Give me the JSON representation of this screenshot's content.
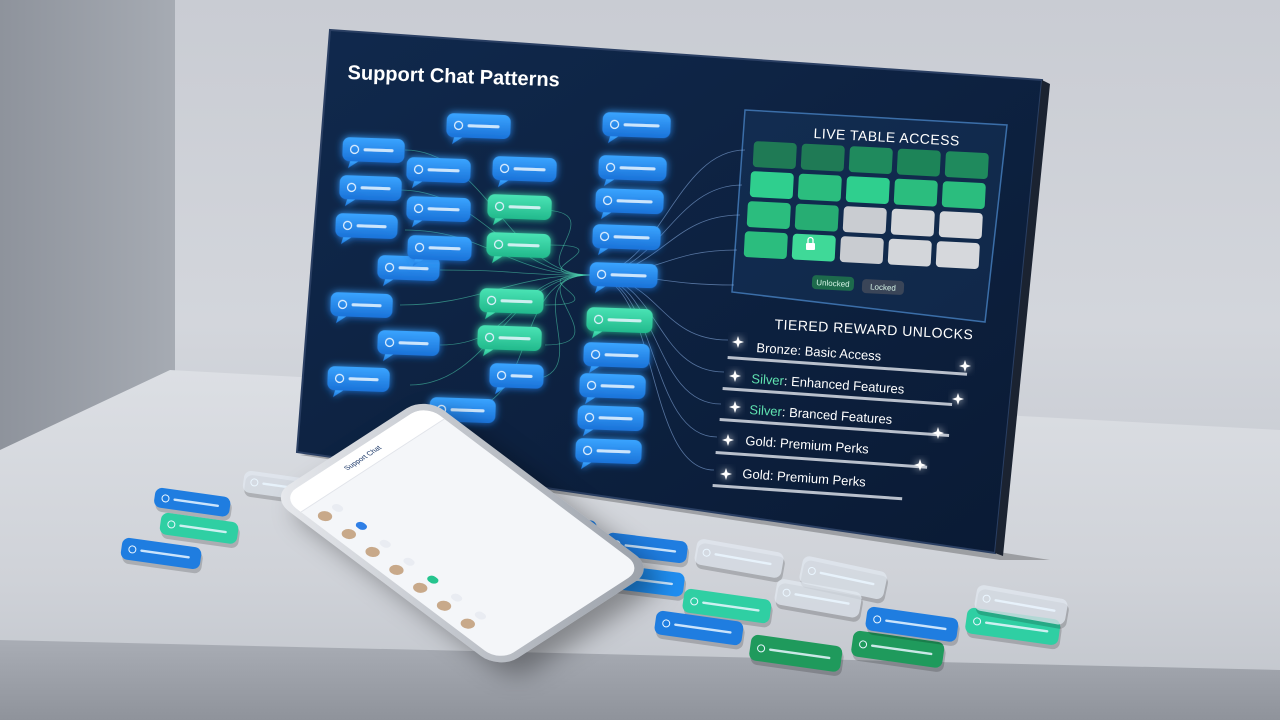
{
  "board": {
    "title": "Support Chat Patterns",
    "live_table": {
      "title": "LIVE TABLE ACCESS",
      "badges": [
        "Unlocked",
        "Locked"
      ]
    },
    "rewards": {
      "title": "TIERED REWARD UNLOCKS",
      "tiers": [
        {
          "name": "Bronze",
          "desc": "Basic Access"
        },
        {
          "name": "Silver",
          "desc": "Enhanced Features"
        },
        {
          "name": "Silver",
          "desc": "Branced Features"
        },
        {
          "name": "Gold",
          "desc": "Premium Perks"
        },
        {
          "name": "Gold",
          "desc": "Premium Perks"
        }
      ]
    }
  },
  "phone": {
    "header": "Support Chat"
  },
  "colors": {
    "board_bg": "#0d1f3d",
    "bubble_blue": "#1f8ef1",
    "bubble_teal": "#2fd3a6",
    "tile_green": "#2bbd7e",
    "tile_grey": "#c9ccd1"
  },
  "icons": [
    "chat-bubble-icon",
    "lock-icon",
    "sparkle-icon",
    "smartphone-icon"
  ]
}
